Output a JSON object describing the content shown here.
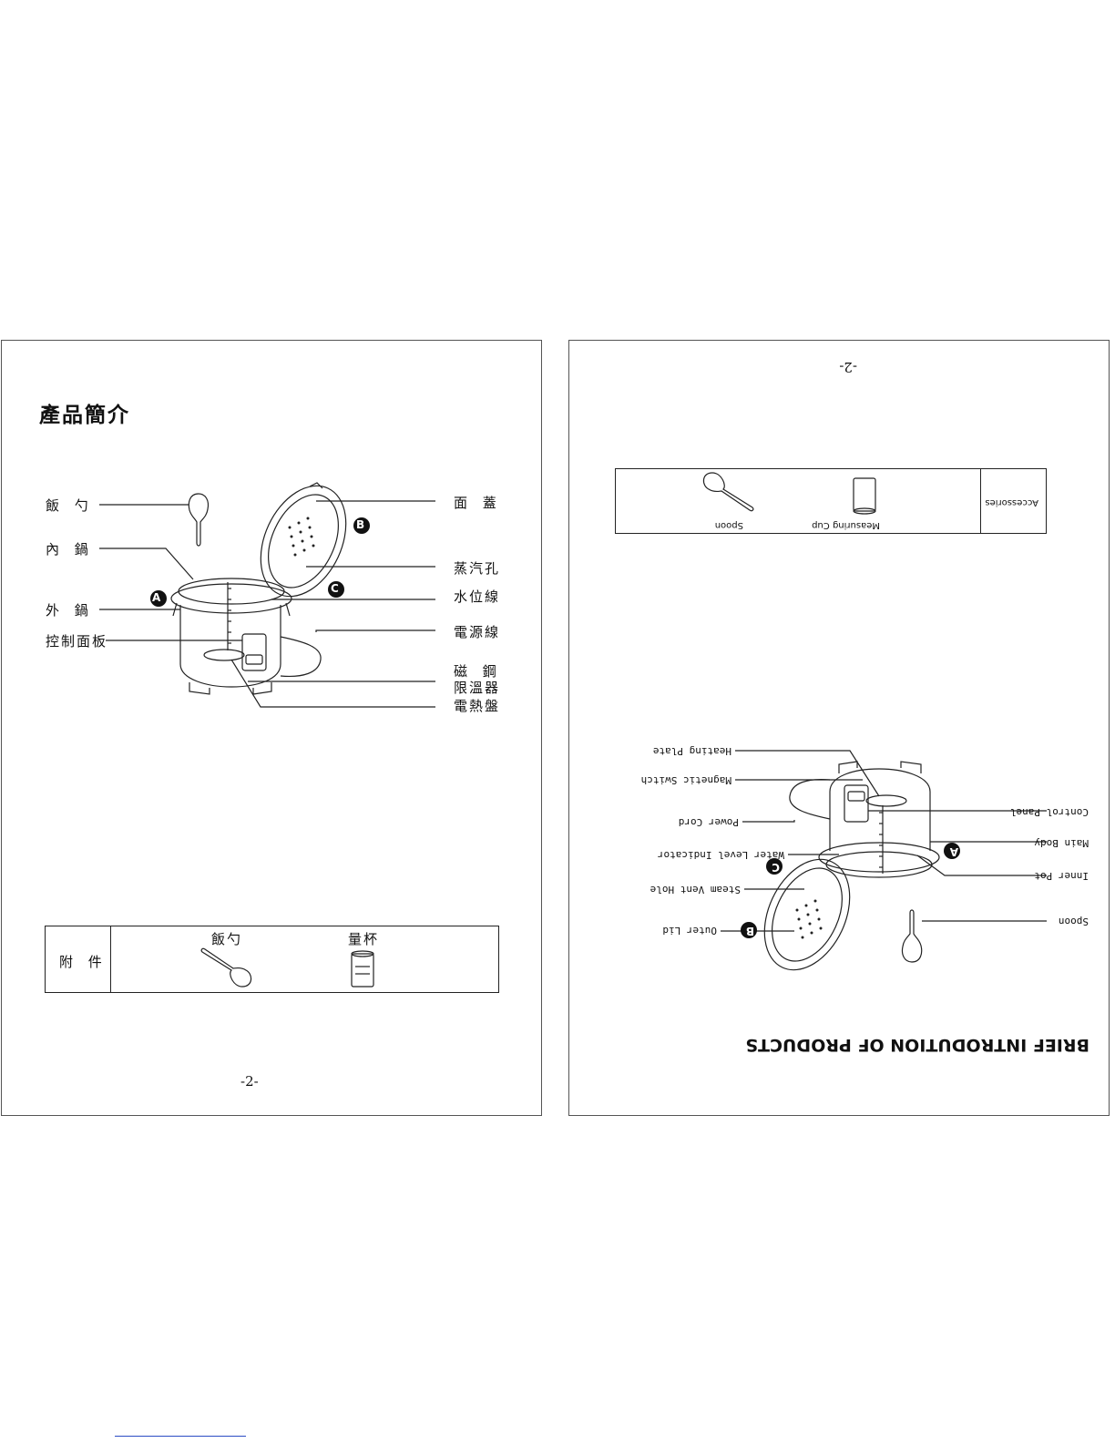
{
  "left_page": {
    "title": "產品簡介",
    "labels": {
      "rice_spoon": "飯 勺",
      "inner_pot": "內 鍋",
      "outer_pot": "外 鍋",
      "control_panel": "控制面板",
      "lid": "面 蓋",
      "steam_hole": "蒸汽孔",
      "water_line": "水位線",
      "power_cord": "電源線",
      "magnetic_steel": "磁 鋼",
      "thermostat": "限溫器",
      "heating_plate": "電熱盤"
    },
    "markers": {
      "a": "A",
      "b": "B",
      "c": "C"
    },
    "accessories": {
      "header": "附 件",
      "item1": "飯勺",
      "item2": "量杯"
    },
    "page_number": "-2-"
  },
  "right_page": {
    "page_number": "-2-",
    "title": "BRIEF INTRODUTION OF PRODUCTS",
    "labels": {
      "heating_plate": "Heating Plate",
      "magnetic_switch": "Magnetic Switch",
      "power_cord": "Power Cord",
      "water_level": "Water Level Indicator",
      "steam_vent": "Steam Vent Hole",
      "outer_lid": "Outer Lid",
      "control_panel": "Control Panel",
      "main_body": "Main Body",
      "inner_pot": "Inner Pot",
      "spoon": "Spoon"
    },
    "markers": {
      "a": "A",
      "b": "B",
      "c": "C"
    },
    "accessories": {
      "header": "Accessories",
      "item1": "Measuring Cup",
      "item2": "Spoon"
    }
  }
}
